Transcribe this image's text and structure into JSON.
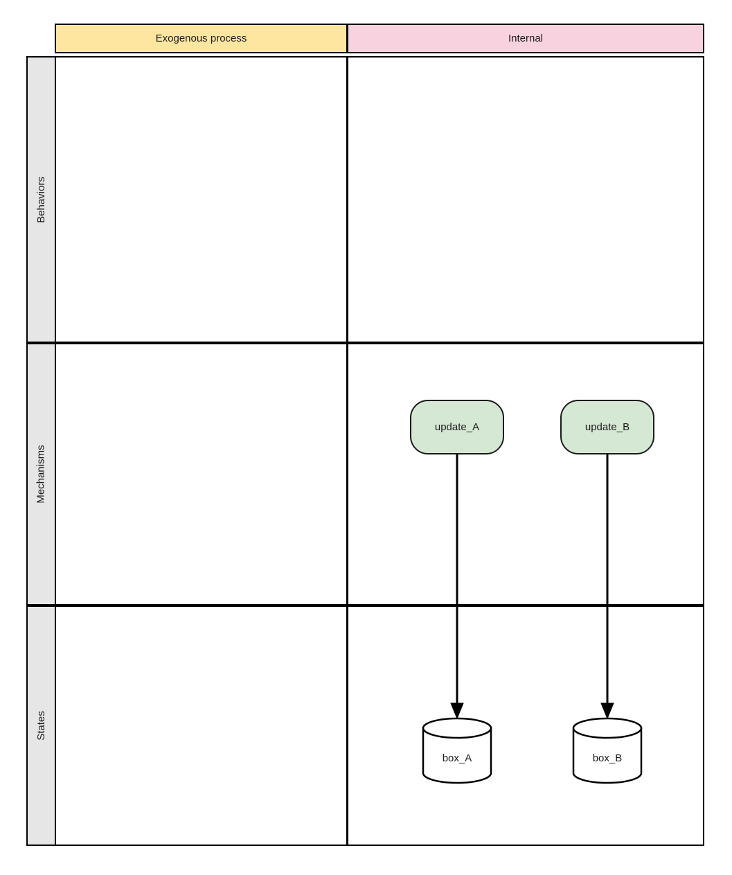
{
  "diagram": {
    "title": "Exogenous process / Internal swimlane diagram",
    "type": "swimlane",
    "colors": {
      "header_exogenous_fill": "#ffe6a0",
      "header_internal_fill": "#f8d2de",
      "row_label_fill": "#e6e6e6",
      "process_fill": "#d5e8d4",
      "datastore_fill": "#ffffff",
      "stroke": "#000000",
      "text": "#1a1a1a"
    }
  },
  "columns": [
    {
      "id": "exogenous",
      "label": "Exogenous process"
    },
    {
      "id": "internal",
      "label": "Internal"
    }
  ],
  "rows": [
    {
      "id": "behaviors",
      "label": "Behaviors"
    },
    {
      "id": "mechanisms",
      "label": "Mechanisms"
    },
    {
      "id": "states",
      "label": "States"
    }
  ],
  "nodes": [
    {
      "id": "update_A",
      "label": "update_A",
      "shape": "rounded-rectangle",
      "row": "mechanisms",
      "column": "internal"
    },
    {
      "id": "update_B",
      "label": "update_B",
      "shape": "rounded-rectangle",
      "row": "mechanisms",
      "column": "internal"
    },
    {
      "id": "box_A",
      "label": "box_A",
      "shape": "cylinder",
      "row": "states",
      "column": "internal"
    },
    {
      "id": "box_B",
      "label": "box_B",
      "shape": "cylinder",
      "row": "states",
      "column": "internal"
    }
  ],
  "edges": [
    {
      "id": "edge_update_A_box_A",
      "from": "update_A",
      "to": "box_A",
      "style": "solid-arrow"
    },
    {
      "id": "edge_update_B_box_B",
      "from": "update_B",
      "to": "box_B",
      "style": "solid-arrow"
    }
  ]
}
